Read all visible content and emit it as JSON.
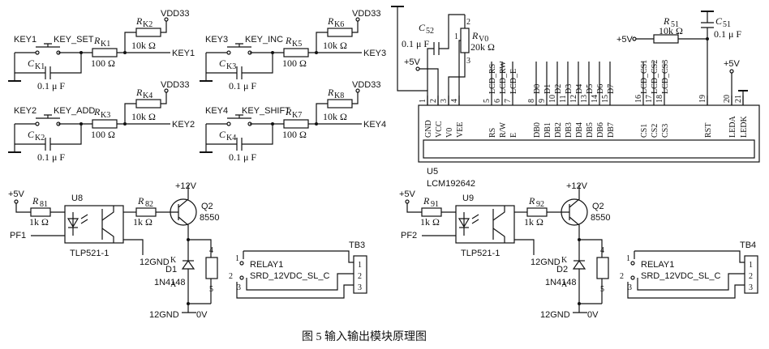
{
  "caption": "图 5    输入输出模块原理图",
  "keys": [
    {
      "key": "KEY1",
      "switch": "KEY_SET",
      "cap": "C",
      "cap_sub": "K1",
      "cap_val": "0.1 μ F",
      "rs": "R",
      "rs_sub": "K1",
      "rs_val": "100 Ω",
      "rp": "R",
      "rp_sub": "K2",
      "rp_val": "10k Ω",
      "vdd": "VDD33",
      "out": "KEY1"
    },
    {
      "key": "KEY2",
      "switch": "KEY_ADD",
      "cap": "C",
      "cap_sub": "K2",
      "cap_val": "0.1 μ F",
      "rs": "R",
      "rs_sub": "K3",
      "rs_val": "100 Ω",
      "rp": "R",
      "rp_sub": "K4",
      "rp_val": "10k Ω",
      "vdd": "VDD33",
      "out": "KEY2"
    },
    {
      "key": "KEY3",
      "switch": "KEY_INC",
      "cap": "C",
      "cap_sub": "K3",
      "cap_val": "0.1 μ F",
      "rs": "R",
      "rs_sub": "K5",
      "rs_val": "100 Ω",
      "rp": "R",
      "rp_sub": "K6",
      "rp_val": "10k Ω",
      "vdd": "VDD33",
      "out": "KEY3"
    },
    {
      "key": "KEY4",
      "switch": "KEY_SHIFT",
      "cap": "C",
      "cap_sub": "K4",
      "cap_val": "0.1 μ F",
      "rs": "R",
      "rs_sub": "K7",
      "rs_val": "100 Ω",
      "rp": "R",
      "rp_sub": "K8",
      "rp_val": "10k Ω",
      "vdd": "VDD33",
      "out": "KEY4"
    }
  ],
  "lcd": {
    "ref": "U5",
    "part": "LCM192642",
    "pins": [
      {
        "num": "1",
        "name": "GND"
      },
      {
        "num": "2",
        "name": "VCC"
      },
      {
        "num": "3",
        "name": "V0"
      },
      {
        "num": "4",
        "name": "VEE"
      },
      {
        "num": "5",
        "name": "RS",
        "net": "LCD_RS"
      },
      {
        "num": "6",
        "name": "R/W",
        "net": "LCD_RW"
      },
      {
        "num": "7",
        "name": "E",
        "net": "LCD_E"
      },
      {
        "num": "8",
        "name": "DB0",
        "net": "D0"
      },
      {
        "num": "9",
        "name": "DB1",
        "net": "D1"
      },
      {
        "num": "10",
        "name": "DB2",
        "net": "D2"
      },
      {
        "num": "11",
        "name": "DB3",
        "net": "D3"
      },
      {
        "num": "12",
        "name": "DB4",
        "net": "D4"
      },
      {
        "num": "13",
        "name": "DB5",
        "net": "D5"
      },
      {
        "num": "14",
        "name": "DB6",
        "net": "D6"
      },
      {
        "num": "15",
        "name": "DB7",
        "net": "D7"
      },
      {
        "num": "16",
        "name": "CS1",
        "net": "LCD_CS1"
      },
      {
        "num": "17",
        "name": "CS2",
        "net": "LCD_CS2"
      },
      {
        "num": "18",
        "name": "CS3",
        "net": "LCD_CS3"
      },
      {
        "num": "19",
        "name": "RST"
      },
      {
        "num": "20",
        "name": "LEDA"
      },
      {
        "num": "21",
        "name": "LEDK"
      }
    ],
    "c52": "C",
    "c52_sub": "52",
    "c52_val": "0.1 μ F",
    "plus5": "+5V",
    "rv": "R",
    "rv_sub": "V0",
    "rv_val": "20k Ω",
    "rv_pin1": "1",
    "rv_pin2": "2",
    "rv_pin3": "3",
    "r51": "R",
    "r51_sub": "51",
    "r51_val": "10k Ω",
    "c51": "C",
    "c51_sub": "51",
    "c51_val": "0.1 μ F",
    "plus5_r51": "+5V",
    "plus5_leda": "+5V"
  },
  "relays": [
    {
      "plus5": "+5V",
      "r_in": "R",
      "r_in_sub": "81",
      "r_in_val": "1k Ω",
      "opto": "U8",
      "opto_part": "TLP521-1",
      "input": "PF1",
      "r_b": "R",
      "r_b_sub": "82",
      "r_b_val": "1k Ω",
      "gnd12": "12GND",
      "vcc12": "+12V",
      "q": "Q2",
      "q_part": "8550",
      "diode": "D1",
      "diode_part": "1N4148",
      "k": "K",
      "a": "A",
      "coil_a": "4",
      "coil_b": "5",
      "relay": "RELAY1",
      "relay_part": "SRD_12VDC_SL_C",
      "c1": "1",
      "c2": "2",
      "c3": "3",
      "tb": "TB3",
      "tb1": "1",
      "tb2": "2",
      "tb3": "3",
      "gnd_bottom": "12GND",
      "zero_v": "0V"
    },
    {
      "plus5": "+5V",
      "r_in": "R",
      "r_in_sub": "91",
      "r_in_val": "1k Ω",
      "opto": "U9",
      "opto_part": "TLP521-1",
      "input": "PF2",
      "r_b": "R",
      "r_b_sub": "92",
      "r_b_val": "1k Ω",
      "gnd12": "12GND",
      "vcc12": "+12V",
      "q": "Q2",
      "q_part": "8550",
      "diode": "D2",
      "diode_part": "1N4148",
      "k": "K",
      "a": "A",
      "coil_a": "4",
      "coil_b": "5",
      "relay": "RELAY1",
      "relay_part": "SRD_12VDC_SL_C",
      "c1": "1",
      "c2": "2",
      "c3": "3",
      "tb": "TB4",
      "tb1": "1",
      "tb2": "2",
      "tb3": "3",
      "gnd_bottom": "12GND",
      "zero_v": "0V"
    }
  ]
}
